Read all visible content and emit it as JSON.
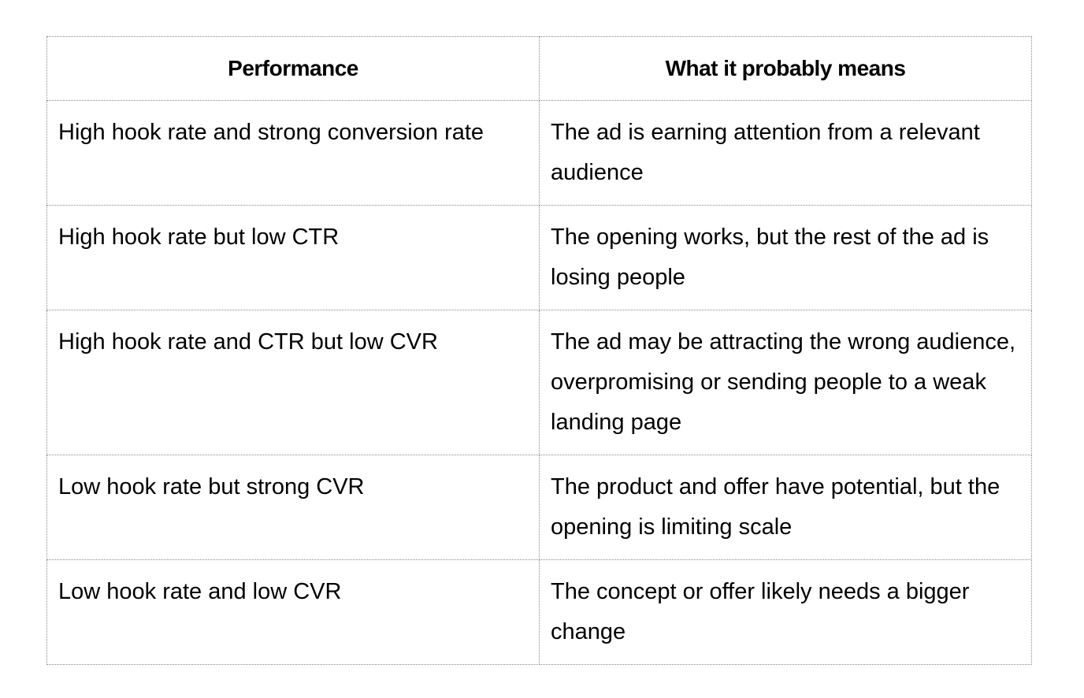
{
  "table": {
    "headers": [
      "Performance",
      "What it probably means"
    ],
    "rows": [
      {
        "performance": "High hook rate and strong conversion rate",
        "meaning": "The ad is earning attention from a relevant audience"
      },
      {
        "performance": "High hook rate but low CTR",
        "meaning": "The opening works, but the rest of the ad is losing people"
      },
      {
        "performance": "High hook rate and CTR but low CVR",
        "meaning": "The ad may be attracting the wrong audience, overpromising or sending people to a weak landing page"
      },
      {
        "performance": "Low hook rate but strong CVR",
        "meaning": "The product and offer have potential, but the opening is limiting scale"
      },
      {
        "performance": "Low hook rate and low CVR",
        "meaning": "The concept or offer likely needs a bigger change"
      }
    ]
  }
}
